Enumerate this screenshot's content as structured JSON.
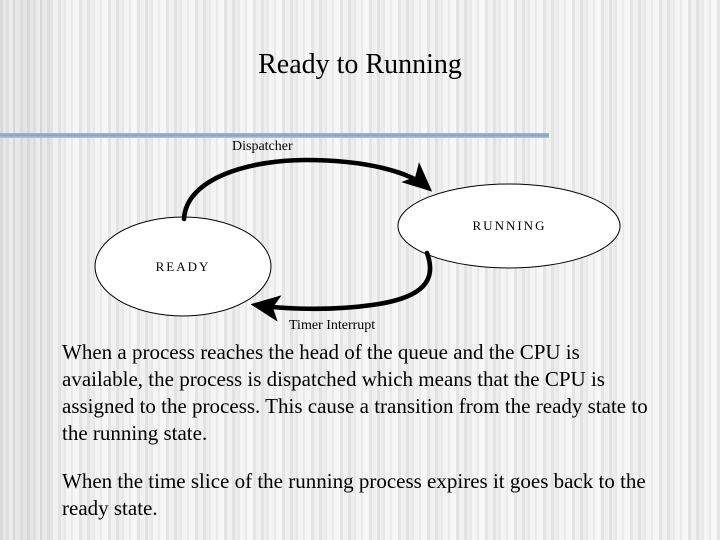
{
  "slide": {
    "title": "Ready to Running",
    "divider_color": "#8ba3c4",
    "background_color": "#f2f2f2"
  },
  "diagram": {
    "type": "state-transition",
    "nodes": [
      {
        "id": "ready",
        "label": "READY"
      },
      {
        "id": "running",
        "label": "RUNNING"
      }
    ],
    "edges": [
      {
        "id": "dispatcher",
        "label": "Dispatcher",
        "from": "ready",
        "to": "running"
      },
      {
        "id": "timer-interrupt",
        "label": "Timer Interrupt",
        "from": "running",
        "to": "ready"
      }
    ]
  },
  "body": {
    "paragraphs": [
      "When a process reaches the head of the queue and the CPU is available, the process is dispatched which means that the CPU is assigned to the process. This cause a transition from the ready state to the running state.",
      "When the time slice of the running process expires it goes back to the ready state."
    ]
  }
}
